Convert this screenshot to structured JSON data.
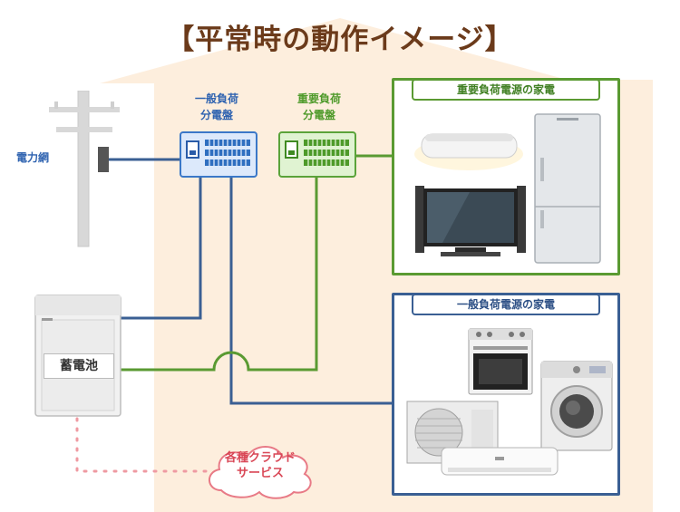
{
  "title": "【平常時の動作イメージ】",
  "labels": {
    "grid": "電力網",
    "general_panel_line1": "一般負荷",
    "general_panel_line2": "分電盤",
    "important_panel_line1": "重要負荷",
    "important_panel_line2": "分電盤",
    "battery": "蓄電池",
    "cloud_line1": "各種クラウド",
    "cloud_line2": "サービス",
    "important_appliances": "重要負荷電源の家電",
    "general_appliances": "一般負荷電源の家電"
  },
  "colors": {
    "title": "#6b3a1a",
    "house_bg": "#fdeedd",
    "general_line": "#3a5f93",
    "important_line": "#5a9a32",
    "general_text": "#2f63b0",
    "important_text": "#4e9a2a",
    "cloud_border": "#e87a86",
    "cloud_text": "#d94756",
    "dotted": "#ef9aa2"
  },
  "icons": {
    "general_panel": "general-distribution-panel-icon",
    "important_panel": "important-distribution-panel-icon",
    "utility_pole": "utility-pole-icon",
    "battery_unit": "storage-battery-icon",
    "cloud": "cloud-icon",
    "ceiling_light": "ceiling-light-icon",
    "tv": "television-icon",
    "fridge": "refrigerator-icon",
    "oven": "oven-icon",
    "washer": "washing-machine-icon",
    "ac_outdoor": "ac-outdoor-unit-icon",
    "ac_indoor": "ac-indoor-unit-icon"
  }
}
